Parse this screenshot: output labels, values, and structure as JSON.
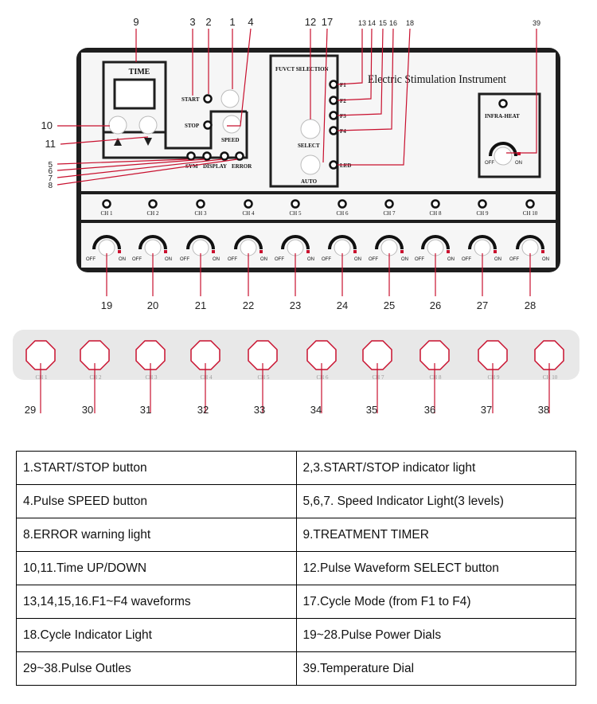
{
  "panel": {
    "title": "Electric Stimulation Instrument",
    "timer_label": "TIME",
    "start_label": "START",
    "stop_label": "STOP",
    "speed_label": "SPEED",
    "sym_label": "SYM",
    "display_label": "DISPLAY",
    "error_label": "ERROR",
    "func_selection_label": "FUVCT SELECTION",
    "f1_label": "F1",
    "f2_label": "F2",
    "f3_label": "F3",
    "f4_label": "F4",
    "select_label": "SELECT",
    "auto_label": "AUTO",
    "led_label": "LED",
    "infra_heat_label": "INFRA-HEAT",
    "off_label": "OFF",
    "on_label": "ON",
    "channels": [
      "CH 1",
      "CH 2",
      "CH 3",
      "CH 4",
      "CH 5",
      "CH 6",
      "CH 7",
      "CH 8",
      "CH 9",
      "CH 10"
    ]
  },
  "callouts": {
    "top": [
      "9",
      "3",
      "2",
      "1",
      "4",
      "12",
      "17",
      "13",
      "14",
      "15",
      "16",
      "18",
      "39"
    ],
    "left": [
      "10",
      "11",
      "5",
      "6",
      "7",
      "8"
    ],
    "dials": [
      "19",
      "20",
      "21",
      "22",
      "23",
      "24",
      "25",
      "26",
      "27",
      "28"
    ],
    "outlets": [
      "29",
      "30",
      "31",
      "32",
      "33",
      "34",
      "35",
      "36",
      "37",
      "38"
    ]
  },
  "legend": [
    [
      "1.START/STOP button",
      "2,3.START/STOP indicator light"
    ],
    [
      "4.Pulse SPEED button",
      "5,6,7. Speed Indicator Light(3 levels)"
    ],
    [
      "8.ERROR warning light",
      "9.TREATMENT TIMER"
    ],
    [
      "10,11.Time UP/DOWN",
      "12.Pulse Waveform SELECT button"
    ],
    [
      "13,14,15,16.F1~F4 waveforms",
      "17.Cycle Mode (from F1 to F4)"
    ],
    [
      "18.Cycle Indicator Light",
      "19~28.Pulse Power Dials"
    ],
    [
      "29~38.Pulse Outles",
      "39.Temperature Dial"
    ]
  ]
}
